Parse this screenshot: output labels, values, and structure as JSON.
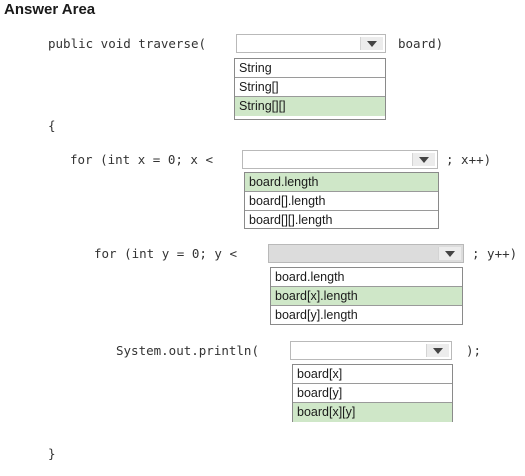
{
  "title": "Answer Area",
  "line1": {
    "prefix": "public void traverse(",
    "suffix": "board)"
  },
  "dropdown1": {
    "options": [
      "String",
      "String[]",
      "String[][]"
    ],
    "selected_index": 2
  },
  "brace_open": "{",
  "line2": {
    "prefix": "for (int x = 0; x <",
    "suffix": "; x++)"
  },
  "dropdown2": {
    "options": [
      "board.length",
      "board[].length",
      "board[][].length"
    ],
    "selected_index": 0
  },
  "line3": {
    "prefix": "for (int y = 0; y <",
    "suffix": "; y++)"
  },
  "dropdown3": {
    "options": [
      "board.length",
      "board[x].length",
      "board[y].length"
    ],
    "selected_index": 1
  },
  "line4": {
    "prefix": "System.out.println(",
    "suffix": ");"
  },
  "dropdown4": {
    "options": [
      "board[x]",
      "board[y]",
      "board[x][y]"
    ],
    "selected_index": 2
  },
  "brace_close": "}",
  "colors": {
    "selected_option": "#cfe7c8",
    "disabled_dropdown": "#dcdcdc"
  }
}
